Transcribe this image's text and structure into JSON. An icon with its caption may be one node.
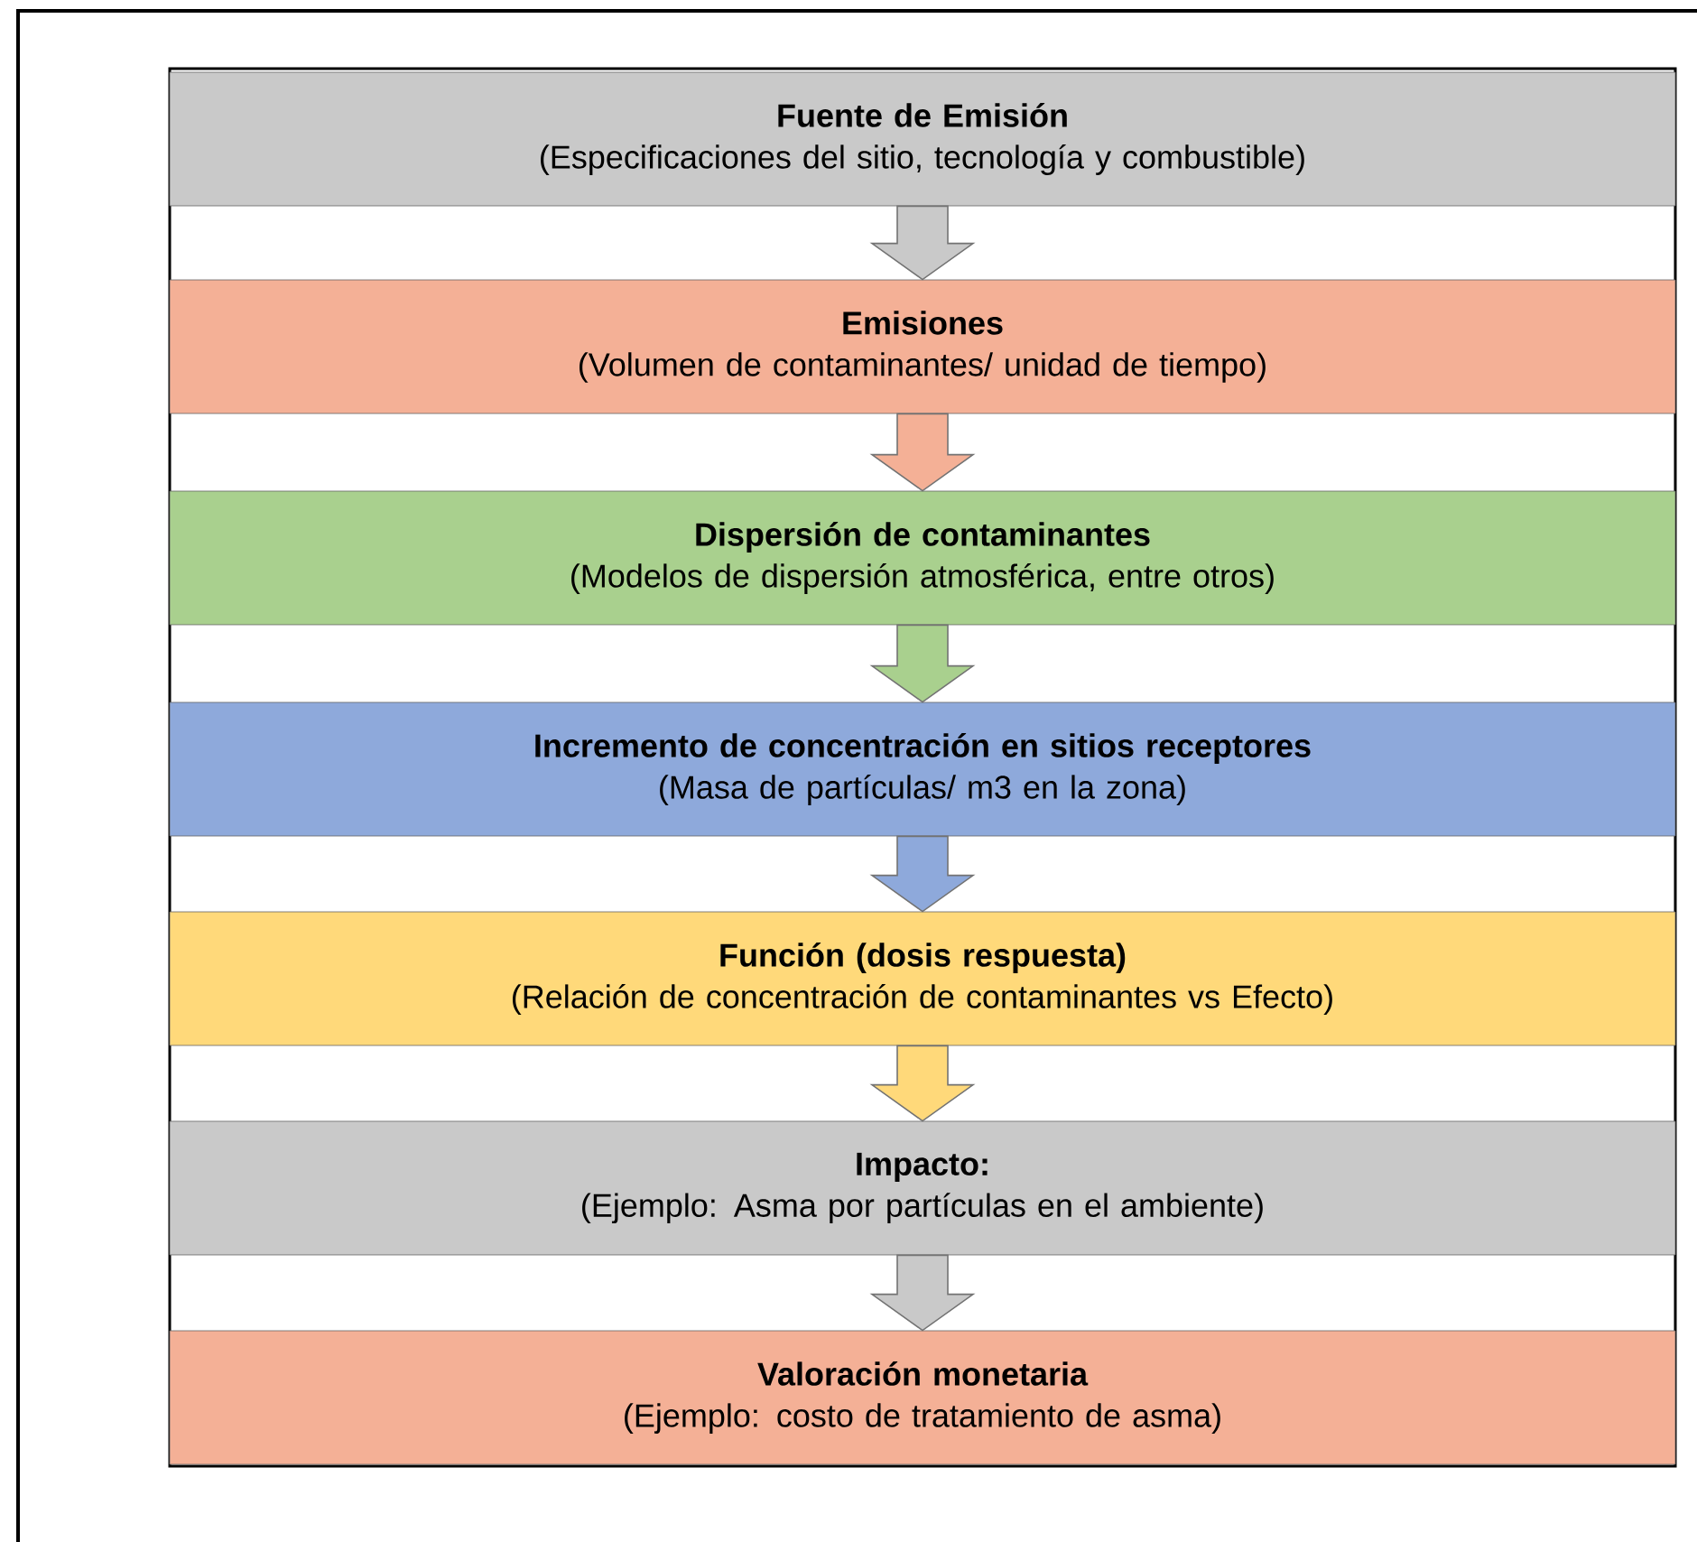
{
  "diagram": {
    "nodes": [
      {
        "text": [
          "Fuente de Emisión",
          "(Especificaciones del sitio, tecnología y combustible)"
        ]
      },
      {
        "text": [
          "Emisiones",
          "(Volumen de contaminantes/ unidad de tiempo)"
        ]
      },
      {
        "text": [
          "Dispersión de contaminantes",
          "(Modelos de dispersión atmosférica, entre otros)"
        ]
      },
      {
        "text": [
          "Incremento de concentración en sitios receptores",
          "(Masa de partículas/ m3 en la zona)"
        ]
      },
      {
        "text": [
          "Función (dosis respuesta)",
          "(Relación de concentración de contaminantes vs Efecto)"
        ]
      },
      {
        "text": [
          "Impacto:",
          "(Ejemplo: Asma por partículas en el ambiente)"
        ]
      },
      {
        "text": [
          "Valoración monetaria",
          "(Ejemplo:  costo de tratamiento de asma)"
        ]
      }
    ],
    "edges": [
      {
        "from": 0,
        "to": 1,
        "arrow": "to",
        "color": "#c9c9c9"
      },
      {
        "from": 1,
        "to": 2,
        "arrow": "to",
        "color": "#f4b096"
      },
      {
        "from": 2,
        "to": 3,
        "arrow": "to",
        "color": "#a9d08e"
      },
      {
        "from": 3,
        "to": 4,
        "arrow": "to",
        "color": "#8ea9db"
      },
      {
        "from": 4,
        "to": 5,
        "arrow": "to",
        "color": "#ffd97a"
      },
      {
        "from": 5,
        "to": 6,
        "arrow": "to",
        "color": "#c9c9c9"
      }
    ]
  }
}
